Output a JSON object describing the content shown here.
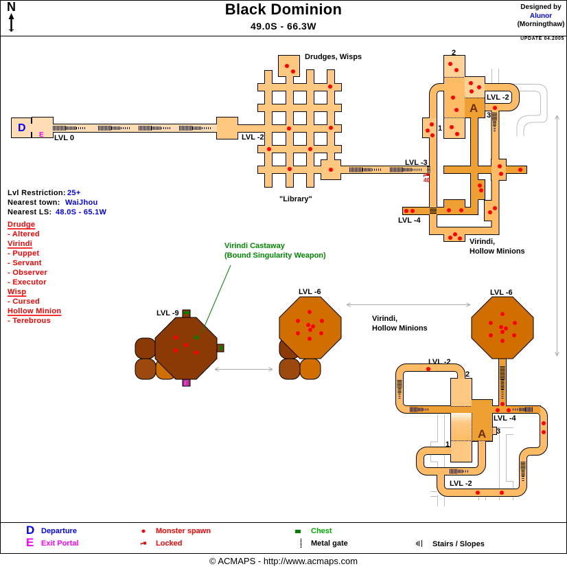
{
  "header": {
    "compass": "N",
    "title": "Black Dominion",
    "coordinates": "49.0S - 66.3W",
    "credit_label": "Designed by",
    "designer": "Alunor",
    "designer_alias": "(Morningthaw)",
    "update": "UPDATE 04.2005"
  },
  "info": {
    "restriction_label": "Lvl Restriction:",
    "restriction_value": "25+",
    "town_label": "Nearest town:",
    "town_value": "WaiJhou",
    "ls_label": "Nearest LS:",
    "ls_value": "48.0S - 65.1W"
  },
  "creatures": [
    {
      "text": "Drudge",
      "heading": true
    },
    {
      "text": "- Altered",
      "heading": false
    },
    {
      "text": "Virindi",
      "heading": true
    },
    {
      "text": "- Puppet",
      "heading": false
    },
    {
      "text": "- Servant",
      "heading": false
    },
    {
      "text": "- Observer",
      "heading": false
    },
    {
      "text": "- Executor",
      "heading": false
    },
    {
      "text": "Wisp",
      "heading": true
    },
    {
      "text": "- Cursed",
      "heading": false
    },
    {
      "text": "Hollow Minion",
      "heading": true
    },
    {
      "text": "- Terebrous",
      "heading": false
    }
  ],
  "map": {
    "labels": {
      "departure_marker": "D",
      "exit_marker_entrance": "E",
      "entrance_level": "LVL 0",
      "antechamber_level": "LVL -2",
      "drudges_wisps": "Drudges, Wisps",
      "library": "\"Library\"",
      "corridor_level_3": "LVL -3",
      "locked_requirement": "40",
      "corridor_level_4": "LVL -4",
      "north_loop_level": "LVL -2",
      "marker_2_north": "2",
      "marker_1_north": "1",
      "marker_3_north": "3",
      "marker_a_north": "A",
      "virindi_north": "Virindi,",
      "hollow_north": "Hollow Minions",
      "castaway_name": "Virindi Castaway",
      "castaway_drop": "(Bound Singularity Weapon)",
      "level_9": "LVL -9",
      "exit_marker_level_9": "E",
      "level_6_west": "LVL -6",
      "level_6_east": "LVL -6",
      "virindi_middle": "Virindi,",
      "hollow_middle": "Hollow Minions",
      "south_loop_level_top": "LVL -2",
      "marker_2_south": "2",
      "south_level_4": "LVL -4",
      "marker_3_south": "3",
      "marker_1_south": "1",
      "marker_a_south": "A",
      "south_loop_level_bottom": "LVL -2"
    }
  },
  "legend": [
    {
      "icon": "departure-icon",
      "glyph": "D",
      "label": "Departure",
      "color": "#0000ff"
    },
    {
      "icon": "exit-portal-icon",
      "glyph": "E",
      "label": "Exit Portal",
      "color": "#ff00ff"
    },
    {
      "icon": "monster-spawn-icon",
      "label": "Monster spawn",
      "color": "#ff0000"
    },
    {
      "icon": "locked-icon",
      "label": "Locked",
      "color": "#ff0000"
    },
    {
      "icon": "chest-icon",
      "label": "Chest",
      "color": "#00aa00"
    },
    {
      "icon": "metal-gate-icon",
      "label": "Metal gate",
      "color": "#000000"
    },
    {
      "icon": "stairs-icon",
      "label": "Stairs / Slopes",
      "color": "#000000"
    }
  ],
  "colors": {
    "departure_blue": "#0000ff",
    "exit_magenta": "#ff00ff",
    "spawn_red": "#ff0000",
    "chest_green": "#008000",
    "callout_green": "#008800"
  },
  "footer": "© ACMAPS - http://www.acmaps.com"
}
